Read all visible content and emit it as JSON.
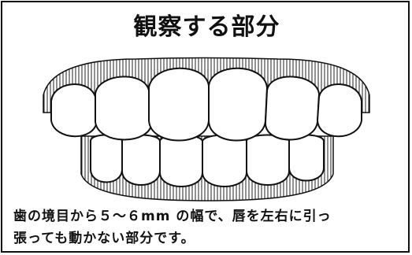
{
  "title": "観察する部分",
  "caption": {
    "line1": "歯の境目から５～６mm の幅で、唇を左右に引っ",
    "line2": "張っても動かない部分です。"
  },
  "illustration": {
    "upper_teeth": 6,
    "lower_teeth": 6,
    "shaded_region": "vertical-hatching"
  }
}
